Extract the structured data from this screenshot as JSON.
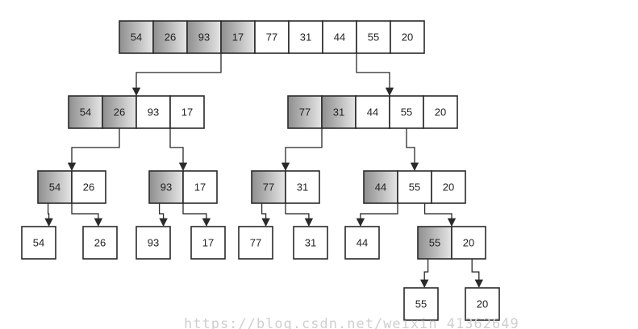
{
  "nodes": [
    {
      "id": "root",
      "values": [
        "54",
        "26",
        "93",
        "17",
        "77",
        "31",
        "44",
        "55",
        "20"
      ],
      "shaded": [
        true,
        true,
        true,
        true,
        false,
        false,
        false,
        false,
        false
      ]
    },
    {
      "id": "l",
      "values": [
        "54",
        "26",
        "93",
        "17"
      ],
      "shaded": [
        true,
        true,
        false,
        false
      ]
    },
    {
      "id": "r",
      "values": [
        "77",
        "31",
        "44",
        "55",
        "20"
      ],
      "shaded": [
        true,
        true,
        false,
        false,
        false
      ]
    },
    {
      "id": "ll",
      "values": [
        "54",
        "26"
      ],
      "shaded": [
        true,
        false
      ]
    },
    {
      "id": "lr",
      "values": [
        "93",
        "17"
      ],
      "shaded": [
        true,
        false
      ]
    },
    {
      "id": "rl",
      "values": [
        "77",
        "31"
      ],
      "shaded": [
        true,
        false
      ]
    },
    {
      "id": "rr",
      "values": [
        "44",
        "55",
        "20"
      ],
      "shaded": [
        true,
        false,
        false
      ]
    },
    {
      "id": "lll",
      "values": [
        "54"
      ],
      "shaded": [
        false
      ]
    },
    {
      "id": "llr",
      "values": [
        "26"
      ],
      "shaded": [
        false
      ]
    },
    {
      "id": "lrl",
      "values": [
        "93"
      ],
      "shaded": [
        false
      ]
    },
    {
      "id": "lrr",
      "values": [
        "17"
      ],
      "shaded": [
        false
      ]
    },
    {
      "id": "rll",
      "values": [
        "77"
      ],
      "shaded": [
        false
      ]
    },
    {
      "id": "rlr",
      "values": [
        "31"
      ],
      "shaded": [
        false
      ]
    },
    {
      "id": "rrl",
      "values": [
        "44"
      ],
      "shaded": [
        false
      ]
    },
    {
      "id": "rrr",
      "values": [
        "55",
        "20"
      ],
      "shaded": [
        true,
        false
      ]
    },
    {
      "id": "rrrl",
      "values": [
        "55"
      ],
      "shaded": [
        false
      ]
    },
    {
      "id": "rrrr",
      "values": [
        "20"
      ],
      "shaded": [
        false
      ]
    }
  ],
  "edges": [
    {
      "from": "root",
      "to": "l"
    },
    {
      "from": "root",
      "to": "r"
    },
    {
      "from": "l",
      "to": "ll"
    },
    {
      "from": "l",
      "to": "lr"
    },
    {
      "from": "r",
      "to": "rl"
    },
    {
      "from": "r",
      "to": "rr"
    },
    {
      "from": "ll",
      "to": "lll"
    },
    {
      "from": "ll",
      "to": "llr"
    },
    {
      "from": "lr",
      "to": "lrl"
    },
    {
      "from": "lr",
      "to": "lrr"
    },
    {
      "from": "rl",
      "to": "rll"
    },
    {
      "from": "rl",
      "to": "rlr"
    },
    {
      "from": "rr",
      "to": "rrl"
    },
    {
      "from": "rr",
      "to": "rrr"
    },
    {
      "from": "rrr",
      "to": "rrrl"
    },
    {
      "from": "rrr",
      "to": "rrrr"
    }
  ],
  "colors": {
    "shaded_dark": "#8e8e8e",
    "shaded_light": "#e6e6e6",
    "plain": "#ffffff",
    "border": "#2a2a2a"
  },
  "watermark": "https://blog.csdn.net/weixin_41362649"
}
